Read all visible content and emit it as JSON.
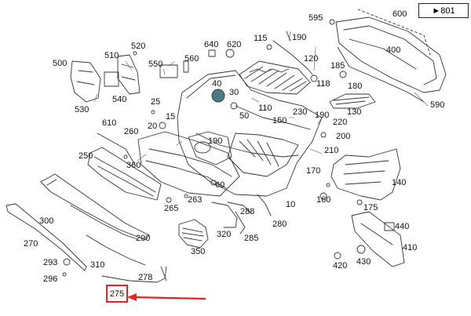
{
  "reference": {
    "arrow": "►",
    "label": "801"
  },
  "highlight": {
    "part": "275",
    "color": "#e32222"
  },
  "labels": {
    "l10": "10",
    "l15": "15",
    "l20": "20",
    "l25": "25",
    "l30": "30",
    "l40": "40",
    "l50": "50",
    "l60": "60",
    "l110": "110",
    "l115": "115",
    "l118": "118",
    "l120": "120",
    "l130": "130",
    "l140": "140",
    "l150": "150",
    "l160": "160",
    "l170": "170",
    "l175": "175",
    "l180": "180",
    "l185": "185",
    "l190a": "190",
    "l190b": "190",
    "l200": "200",
    "l210": "210",
    "l220": "220",
    "l230": "230",
    "l250": "250",
    "l260": "260",
    "l263": "263",
    "l265": "265",
    "l270": "270",
    "l278": "278",
    "l280": "280",
    "l285": "285",
    "l288": "288",
    "l290": "290",
    "l293": "293",
    "l296": "296",
    "l300": "300",
    "l310": "310",
    "l320": "320",
    "l350": "350",
    "l360": "360",
    "l400": "400",
    "l410": "410",
    "l420": "420",
    "l430": "430",
    "l440": "440",
    "l500": "500",
    "l510": "510",
    "l520": "520",
    "l530": "530",
    "l540": "540",
    "l550": "550",
    "l560": "560",
    "l590": "590",
    "l595": "595",
    "l600": "600",
    "l610": "610",
    "l620": "620",
    "l640": "640"
  }
}
